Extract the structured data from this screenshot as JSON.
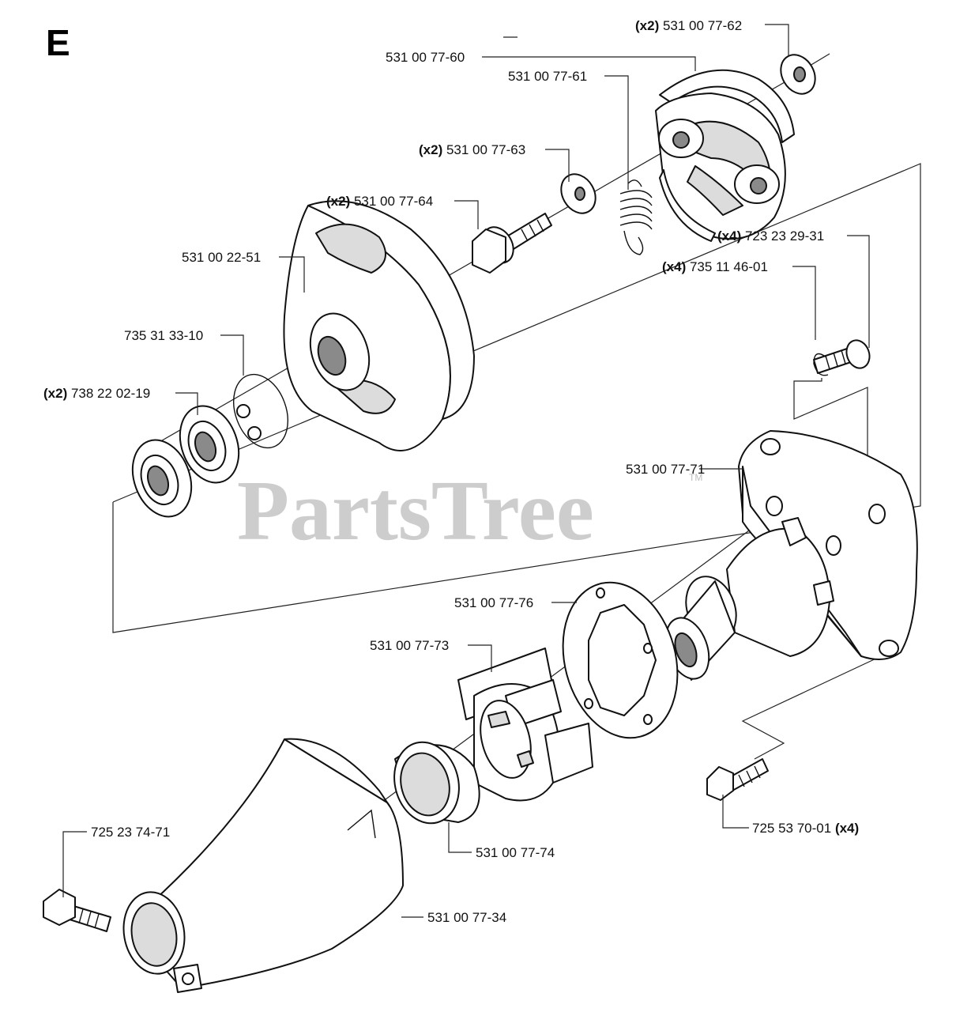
{
  "section_letter": "E",
  "watermark": "PartsTree",
  "watermark_tm": "TM",
  "parts": {
    "p_62": {
      "qty": "(x2)",
      "number": "531 00 77-62"
    },
    "p_60": {
      "qty": "",
      "number": "531 00 77-60"
    },
    "p_61": {
      "qty": "",
      "number": "531 00 77-61"
    },
    "p_63": {
      "qty": "(x2)",
      "number": "531 00 77-63"
    },
    "p_64": {
      "qty": "(x2)",
      "number": "531 00 77-64"
    },
    "p_2251": {
      "qty": "",
      "number": "531 00 22-51"
    },
    "p_3310": {
      "qty": "",
      "number": "735 31 33-10"
    },
    "p_0219": {
      "qty": "(x2)",
      "number": "738 22 02-19"
    },
    "p_2931": {
      "qty": "(x4)",
      "number": "723 23 29-31"
    },
    "p_4601": {
      "qty": "(x4)",
      "number": "735 11 46-01"
    },
    "p_71": {
      "qty": "",
      "number": "531 00 77-71"
    },
    "p_76": {
      "qty": "",
      "number": "531 00 77-76"
    },
    "p_73": {
      "qty": "",
      "number": "531 00 77-73"
    },
    "p_7001": {
      "qty": "(x4)",
      "number": "725 53 70-01"
    },
    "p_7471": {
      "qty": "",
      "number": "725 23 74-71"
    },
    "p_74": {
      "qty": "",
      "number": "531 00 77-74"
    },
    "p_34": {
      "qty": "",
      "number": "531 00 77-34"
    }
  }
}
